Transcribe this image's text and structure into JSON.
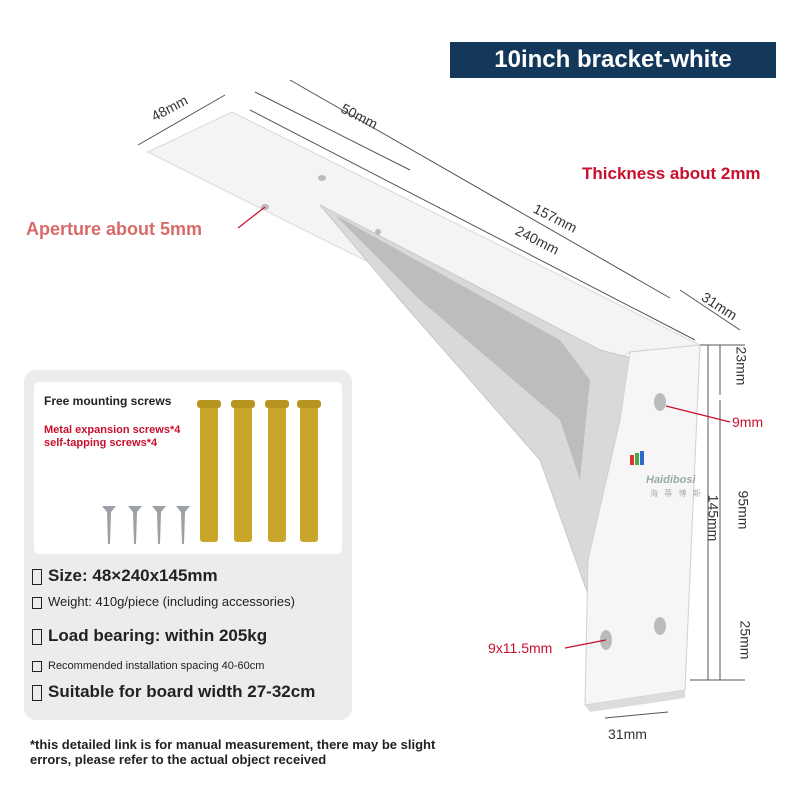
{
  "banner": {
    "title": "10inch bracket-white"
  },
  "annotations": {
    "thickness": "Thickness about 2mm",
    "aperture": "Aperture about 5mm"
  },
  "dimensions": {
    "width_48": "48mm",
    "seg_50": "50mm",
    "seg_157": "157mm",
    "seg_240": "240mm",
    "seg_31_top": "31mm",
    "seg_23": "23mm",
    "hole_9": "9mm",
    "seg_95": "95mm",
    "seg_145": "145mm",
    "seg_25": "25mm",
    "slot_9x11": "9x11.5mm",
    "seg_31_bottom": "31mm"
  },
  "brand": {
    "name": "Haidibosi",
    "sub": "海 蒂 博 斯"
  },
  "accessories": {
    "title": "Free mounting screws",
    "subtitle": "Metal expansion screws*4 self-tapping screws*4"
  },
  "specs": {
    "size": "Size: 48×240x145mm",
    "weight": "Weight: 410g/piece (including accessories)",
    "load": "Load bearing: within 205kg",
    "spacing": "Recommended installation spacing 40-60cm",
    "board": "Suitable for board width 27-32cm"
  },
  "footnote": "*this detailed link is for manual measurement, there may be slight errors, please refer to the actual object received"
}
